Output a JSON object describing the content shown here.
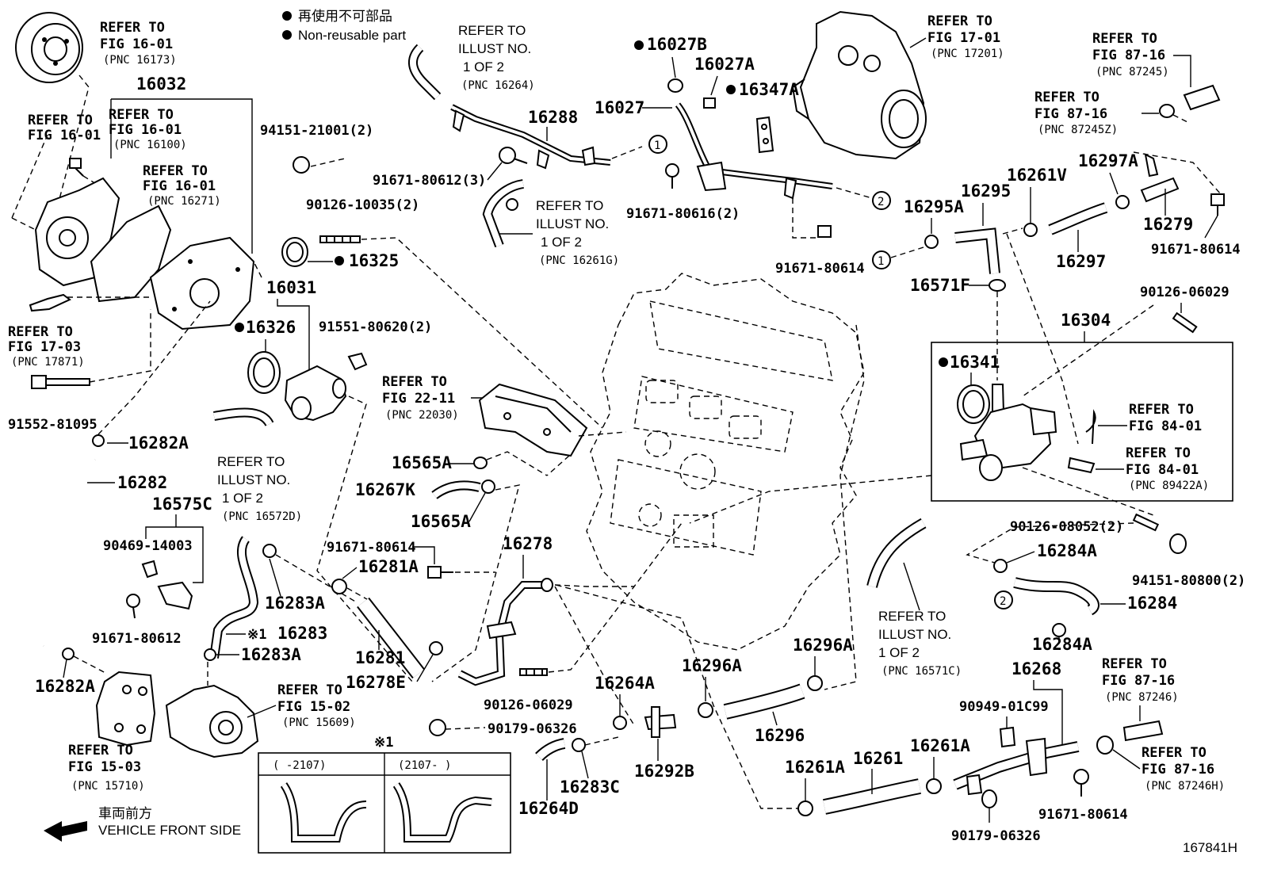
{
  "legend": {
    "jp": "再使用不可部品",
    "en": "Non-reusable part"
  },
  "callouts": {
    "c_pulley": [
      "REFER TO",
      "FIG 16-01",
      "(PNC 16173)"
    ],
    "c_fig1601a": [
      "REFER TO",
      "FIG 16-01"
    ],
    "c_fig1601b": [
      "REFER TO",
      "FIG 16-01",
      "(PNC 16100)"
    ],
    "c_fig1601c": [
      "REFER TO",
      "FIG 16-01",
      "(PNC 16271)"
    ],
    "c_fig1703": [
      "REFER TO",
      "FIG 17-03",
      "(PNC 17871)"
    ],
    "c_illust16264": [
      "REFER TO",
      "ILLUST NO.",
      "1 OF 2",
      "(PNC 16264)"
    ],
    "c_illust16261g": [
      "REFER TO",
      "ILLUST NO.",
      "1 OF 2",
      "(PNC 16261G)"
    ],
    "c_fig1701": [
      "REFER TO",
      "FIG 17-01",
      "(PNC 17201)"
    ],
    "c_fig8716a": [
      "REFER TO",
      "FIG 87-16",
      "(PNC 87245)"
    ],
    "c_fig8716b": [
      "REFER TO",
      "FIG 87-16",
      "(PNC 87245Z)"
    ],
    "c_fig2211": [
      "REFER TO",
      "FIG 22-11",
      "(PNC 22030)"
    ],
    "c_illust16572d": [
      "REFER TO",
      "ILLUST NO.",
      "1 OF 2",
      "(PNC 16572D)"
    ],
    "c_fig8401a": [
      "REFER TO",
      "FIG 84-01"
    ],
    "c_fig8401b": [
      "REFER TO",
      "FIG 84-01",
      "(PNC 89422A)"
    ],
    "c_illust16571c": [
      "REFER TO",
      "ILLUST NO.",
      "1 OF 2",
      "(PNC 16571C)"
    ],
    "c_fig8716c": [
      "REFER TO",
      "FIG 87-16",
      "(PNC 87246)"
    ],
    "c_fig8716d": [
      "REFER TO",
      "FIG 87-16",
      "(PNC 87246H)"
    ],
    "c_fig1502": [
      "REFER TO",
      "FIG 15-02",
      "(PNC 15609)"
    ],
    "c_fig1503": [
      "REFER TO",
      "FIG 15-03",
      "(PNC 15710)"
    ]
  },
  "parts": {
    "p16032": "16032",
    "p94151_21001": "94151-21001(2)",
    "p90126_10035": "90126-10035(2)",
    "p16325": "16325",
    "p16031": "16031",
    "p16326": "16326",
    "p91551_80620": "91551-80620(2)",
    "p91552_81095": "91552-81095",
    "p16282A_top": "16282A",
    "p16282": "16282",
    "p16575C": "16575C",
    "p90469_14003": "90469-14003",
    "p91671_80612a": "91671-80612",
    "p16282A_bot": "16282A",
    "p16283A_top": "16283A",
    "p16283": "16283",
    "p16283_mark": "※1",
    "p16283A_bot": "16283A",
    "p16288": "16288",
    "p91671_80612_3": "91671-80612(3)",
    "p16027B": "16027B",
    "p16027A": "16027A",
    "p16027": "16027",
    "p16347A": "16347A",
    "p91671_80616": "91671-80616(2)",
    "p91671_80614a": "91671-80614",
    "p16295A": "16295A",
    "p16295": "16295",
    "p16261V": "16261V",
    "p16297A": "16297A",
    "p16279": "16279",
    "p16297": "16297",
    "p91671_80614b": "91671-80614",
    "p16571F": "16571F",
    "p90126_06029a": "90126-06029",
    "p16304": "16304",
    "p16341": "16341",
    "p16565A_a": "16565A",
    "p16267K": "16267K",
    "p16565A_b": "16565A",
    "p91671_80614c": "91671-80614",
    "p16281A": "16281A",
    "p16278": "16278",
    "p16281": "16281",
    "p16278E": "16278E",
    "p90126_06029b": "90126-06029",
    "p90179_06326a": "90179-06326",
    "p16264A": "16264A",
    "p16264D": "16264D",
    "p16283C": "16283C",
    "p16292B": "16292B",
    "p16296A_a": "16296A",
    "p16296A_b": "16296A",
    "p16296": "16296",
    "p90126_08052": "90126-08052(2)",
    "p16284A_a": "16284A",
    "p94151_80800": "94151-80800(2)",
    "p16284": "16284",
    "p16284A_b": "16284A",
    "p16268": "16268",
    "p90949_01C99": "90949-01C99",
    "p16261A_a": "16261A",
    "p16261": "16261",
    "p16261A_b": "16261A",
    "p91671_80614d": "91671-80614",
    "p90179_06326b": "90179-06326"
  },
  "markers": {
    "m1": "1",
    "m2": "2"
  },
  "inset": {
    "mark": "※1",
    "left": "(     -2107)",
    "right": "(2107-      )"
  },
  "front": {
    "jp": "車両前方",
    "en": "VEHICLE FRONT SIDE"
  },
  "figure_id": "167841H"
}
